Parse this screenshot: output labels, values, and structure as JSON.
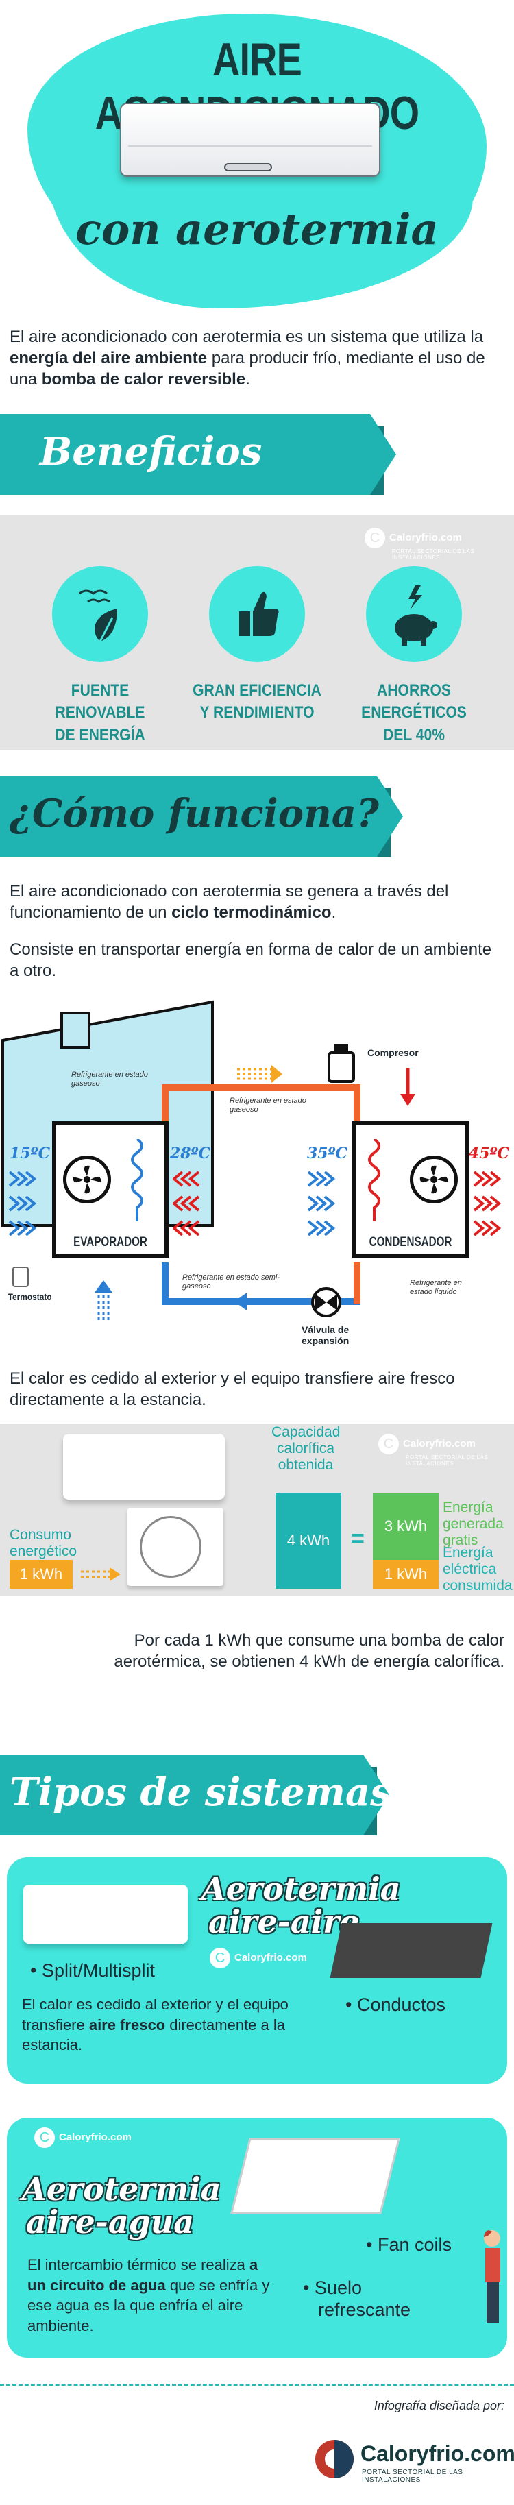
{
  "header": {
    "title": "AIRE ACONDICIONADO",
    "subtitle": "con aerotermia"
  },
  "intro": {
    "part1": "El aire acondicionado con aerotermia es un sistema que utiliza la ",
    "bold1": "energía del aire ambiente",
    "part2": " para producir frío, mediante el uso de una ",
    "bold2": "bomba de calor reversible",
    "part3": "."
  },
  "beneficios": {
    "heading": "Beneficios",
    "badge": {
      "name": "Caloryfrio.com",
      "tagline": "PORTAL SECTORIAL DE LAS INSTALACIONES"
    },
    "items": [
      {
        "label_line1": "FUENTE RENOVABLE",
        "label_line2": "DE ENERGÍA",
        "icon": "leaf-icon"
      },
      {
        "label_line1": "GRAN EFICIENCIA",
        "label_line2": "Y RENDIMIENTO",
        "icon": "thumbs-up-icon"
      },
      {
        "label_line1": "AHORROS ENERGÉTICOS",
        "label_line2": "DEL 40%",
        "icon": "piggy-bank-icon"
      }
    ]
  },
  "como": {
    "heading": "¿Cómo funciona?",
    "p1_part1": "El aire acondicionado con aerotermia se genera a través del funcionamiento de un ",
    "p1_bold": "ciclo termodinámico",
    "p1_part2": ".",
    "p2": "Consiste en transportar energía en forma de calor de un ambiente  a otro."
  },
  "diagram": {
    "evaporador": "EVAPORADOR",
    "condensador": "CONDENSADOR",
    "compresor": "Compresor",
    "valvula": "Válvula de expansión",
    "termostato": "Termostato",
    "ref_gas_left": "Refrigerante en estado gaseoso",
    "ref_gas_top": "Refrigerante en estado gaseoso",
    "ref_semi": "Refrigerante en estado semi-gaseoso",
    "ref_liquid": "Refrigerante en estado líquido",
    "t_in_left": "15ºC",
    "t_in_right": "28ºC",
    "t_out_left": "35ºC",
    "t_out_right": "45ºC"
  },
  "transfer_text": "El calor es cedido al exterior y el equipo transfiere aire fresco directamente a la estancia.",
  "energy": {
    "consumo_label": "Consumo energético",
    "consumo_value": "1 kWh",
    "capacidad_label": "Capacidad calorífica obtenida",
    "capacidad_value": "4 kWh",
    "equals": "=",
    "gratis_value": "3 kWh",
    "gratis_label": "Energía generada gratis",
    "consumida_value": "1 kWh",
    "consumida_label": "Energía eléctrica consumida",
    "caption": "Por cada 1 kWh que consume una bomba de calor aerotérmica, se obtienen 4 kWh de energía calorífica."
  },
  "tipos": {
    "heading": "Tipos de sistemas",
    "aire_aire": {
      "title_line1": "Aerotermia",
      "title_line2": "aire-aire",
      "bullet1": "Split/Multisplit",
      "bullet2": "Conductos",
      "desc_part1": "El calor es cedido al exterior y el equipo transfiere ",
      "desc_bold": "aire fresco",
      "desc_part2": " directamente a la estancia."
    },
    "aire_agua": {
      "title_line1": "Aerotermia",
      "title_line2": "aire-agua",
      "bullet1": "Fan coils",
      "bullet2_line1": "Suelo",
      "bullet2_line2": "refrescante",
      "desc_part1": "El intercambio térmico se realiza ",
      "desc_bold": "a un circuito de agua",
      "desc_part2": " que se enfría y ese agua es la que enfría el aire ambiente."
    }
  },
  "footer": {
    "credit": "Infografía diseñada por:",
    "brand": "Caloryfrio.com",
    "tagline": "PORTAL SECTORIAL DE LAS INSTALACIONES"
  },
  "colors": {
    "turquoise": "#43e6dc",
    "teal": "#1fb4b2",
    "dark_teal": "#163b3d",
    "grey_panel": "#e4e4e4",
    "hot_red": "#f0642e",
    "cold_blue": "#2a7fd4",
    "orange": "#f5a623",
    "green": "#5cc35a"
  }
}
